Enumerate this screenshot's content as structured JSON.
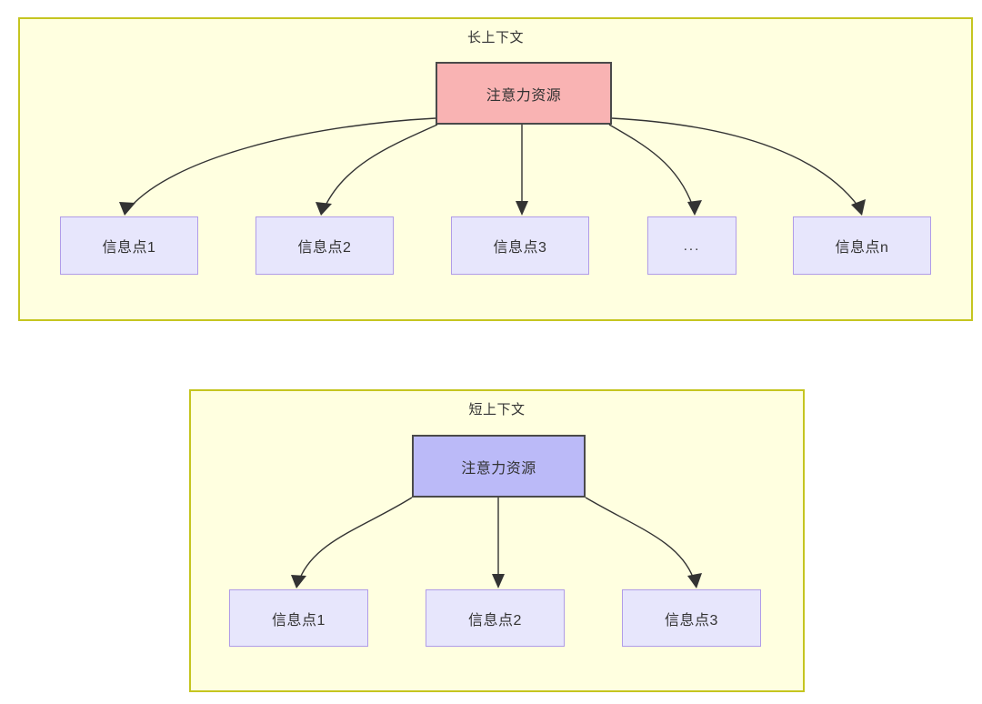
{
  "diagram": {
    "type": "attention-allocation-comparison",
    "background_color": "#ffffff",
    "group_fill": "#FFFFE0",
    "group_border": "#C5C520",
    "groups": [
      {
        "id": "long-context",
        "title": "长上下文",
        "root": {
          "label": "注意力资源",
          "fill": "#F9B3B3",
          "border": "#4A4A4A"
        },
        "leaves": [
          {
            "label": "信息点1"
          },
          {
            "label": "信息点2"
          },
          {
            "label": "信息点3"
          },
          {
            "label": "..."
          },
          {
            "label": "信息点n"
          }
        ],
        "leaf_fill": "#E7E6FC",
        "leaf_border": "#B09CE8",
        "edge_count": 5
      },
      {
        "id": "short-context",
        "title": "短上下文",
        "root": {
          "label": "注意力资源",
          "fill": "#BBBAF8",
          "border": "#4A4A4A"
        },
        "leaves": [
          {
            "label": "信息点1"
          },
          {
            "label": "信息点2"
          },
          {
            "label": "信息点3"
          }
        ],
        "leaf_fill": "#E7E6FC",
        "leaf_border": "#B09CE8",
        "edge_count": 3
      }
    ],
    "edge_color": "#333333"
  }
}
